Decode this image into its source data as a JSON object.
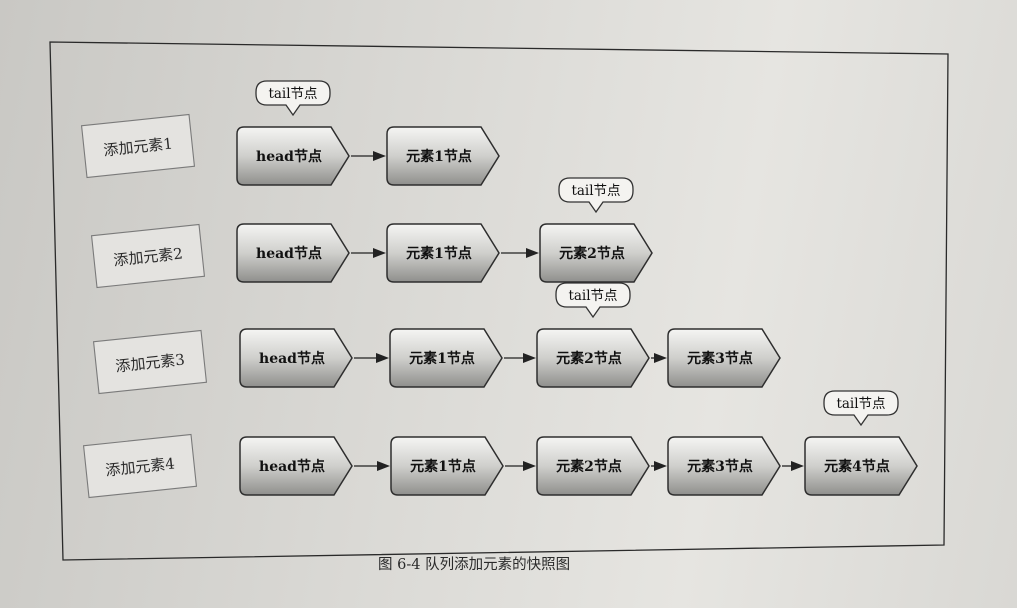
{
  "figure": {
    "caption": "图 6-4   队列添加元素的快照图",
    "tail_label": "tail节点",
    "rows": [
      {
        "step_label": "添加元素1",
        "nodes": [
          "head节点",
          "元素1节点"
        ],
        "tail_index": 0
      },
      {
        "step_label": "添加元素2",
        "nodes": [
          "head节点",
          "元素1节点",
          "元素2节点"
        ],
        "tail_index": 2
      },
      {
        "step_label": "添加元素3",
        "nodes": [
          "head节点",
          "元素1节点",
          "元素2节点",
          "元素3节点"
        ],
        "tail_index": 2
      },
      {
        "step_label": "添加元素4",
        "nodes": [
          "head节点",
          "元素1节点",
          "元素2节点",
          "元素3节点",
          "元素4节点"
        ],
        "tail_index": 4
      }
    ]
  }
}
